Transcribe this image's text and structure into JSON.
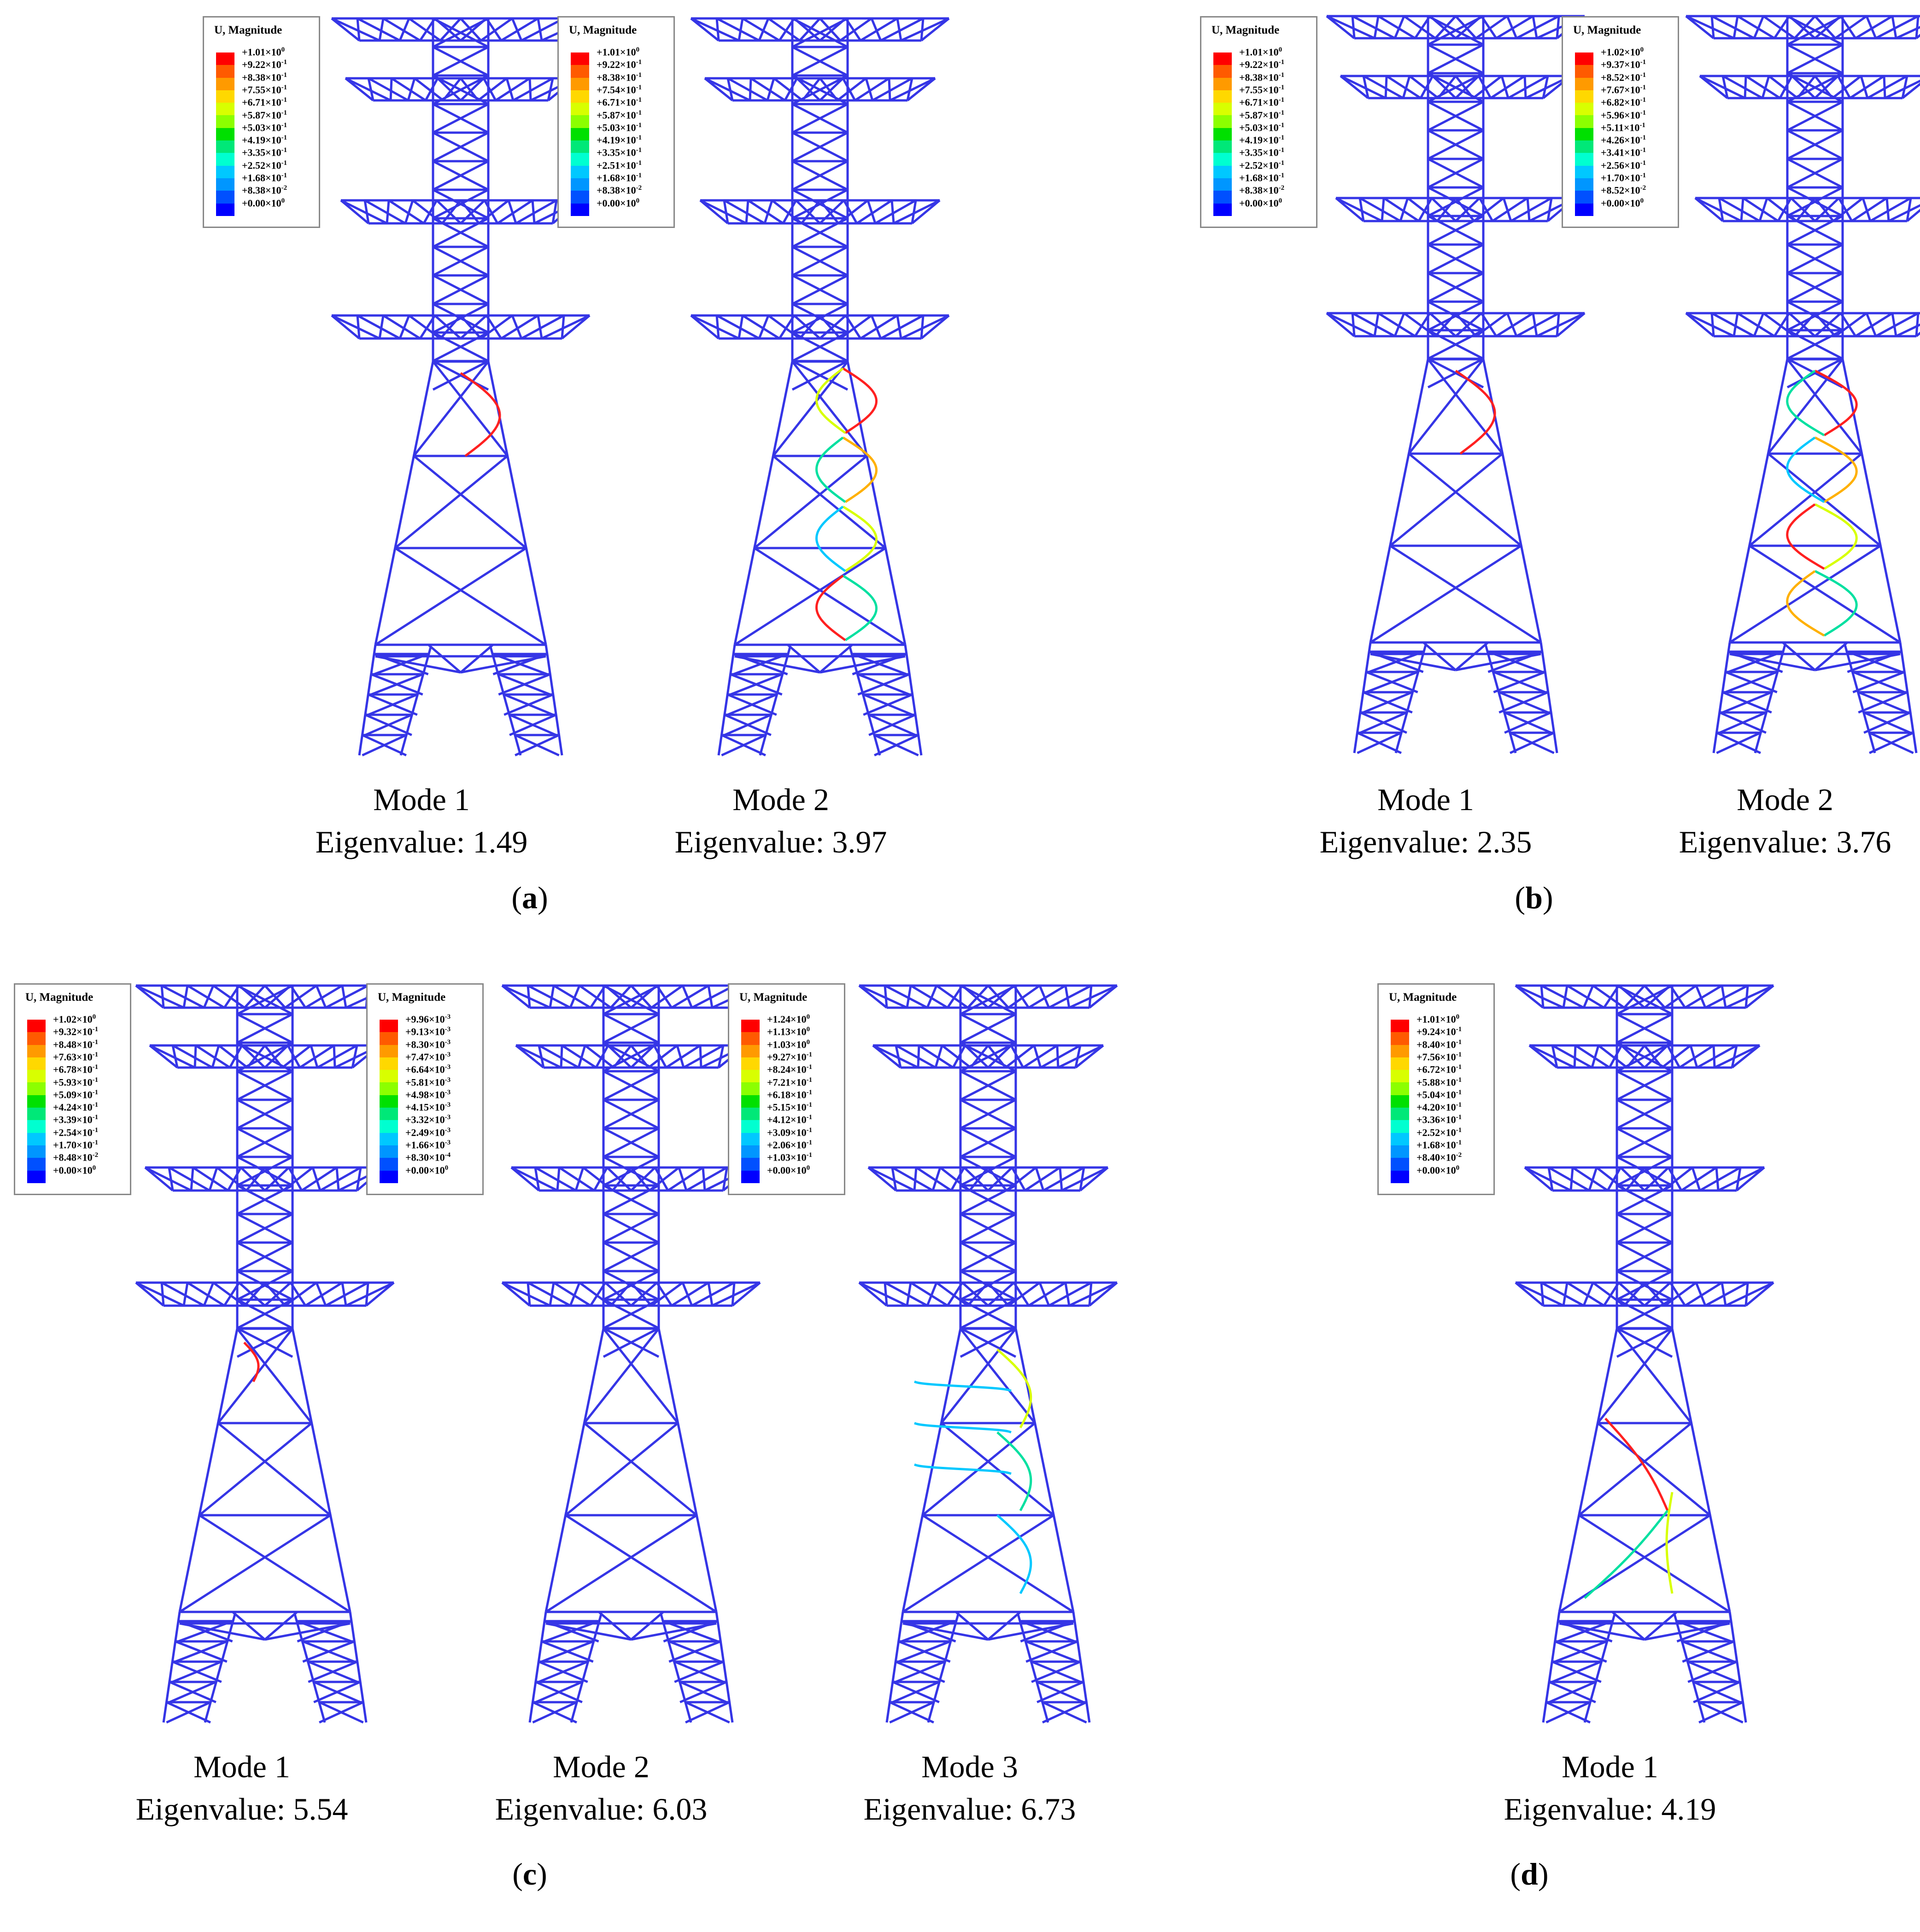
{
  "legend_title": "U, Magnitude",
  "colors": [
    "#ff0000",
    "#ff5a00",
    "#ff9a00",
    "#ffd800",
    "#d8ff00",
    "#8cff00",
    "#00e000",
    "#00e878",
    "#00ffd0",
    "#00c8ff",
    "#0096ff",
    "#0050ff",
    "#0000ff"
  ],
  "figures": [
    {
      "panel": "a",
      "mode_label": "Mode 1",
      "eig_label": "Eigenvalue: 1.49",
      "deform": "a1",
      "legend": [
        "+1.01×10^0",
        "+9.22×10^-1",
        "+8.38×10^-1",
        "+7.55×10^-1",
        "+6.71×10^-1",
        "+5.87×10^-1",
        "+5.03×10^-1",
        "+4.19×10^-1",
        "+3.35×10^-1",
        "+2.52×10^-1",
        "+1.68×10^-1",
        "+8.38×10^-2",
        "+0.00×10^0"
      ]
    },
    {
      "panel": "a",
      "mode_label": "Mode 2",
      "eig_label": "Eigenvalue: 3.97",
      "deform": "a2",
      "legend": [
        "+1.01×10^0",
        "+9.22×10^-1",
        "+8.38×10^-1",
        "+7.54×10^-1",
        "+6.71×10^-1",
        "+5.87×10^-1",
        "+5.03×10^-1",
        "+4.19×10^-1",
        "+3.35×10^-1",
        "+2.51×10^-1",
        "+1.68×10^-1",
        "+8.38×10^-2",
        "+0.00×10^0"
      ]
    },
    {
      "panel": "b",
      "mode_label": "Mode 1",
      "eig_label": "Eigenvalue: 2.35",
      "deform": "b1",
      "legend": [
        "+1.01×10^0",
        "+9.22×10^-1",
        "+8.38×10^-1",
        "+7.55×10^-1",
        "+6.71×10^-1",
        "+5.87×10^-1",
        "+5.03×10^-1",
        "+4.19×10^-1",
        "+3.35×10^-1",
        "+2.52×10^-1",
        "+1.68×10^-1",
        "+8.38×10^-2",
        "+0.00×10^0"
      ]
    },
    {
      "panel": "b",
      "mode_label": "Mode 2",
      "eig_label": "Eigenvalue: 3.76",
      "deform": "b2",
      "legend": [
        "+1.02×10^0",
        "+9.37×10^-1",
        "+8.52×10^-1",
        "+7.67×10^-1",
        "+6.82×10^-1",
        "+5.96×10^-1",
        "+5.11×10^-1",
        "+4.26×10^-1",
        "+3.41×10^-1",
        "+2.56×10^-1",
        "+1.70×10^-1",
        "+8.52×10^-2",
        "+0.00×10^0"
      ]
    },
    {
      "panel": "c",
      "mode_label": "Mode 1",
      "eig_label": "Eigenvalue: 5.54",
      "deform": "c1",
      "legend": [
        "+1.02×10^0",
        "+9.32×10^-1",
        "+8.48×10^-1",
        "+7.63×10^-1",
        "+6.78×10^-1",
        "+5.93×10^-1",
        "+5.09×10^-1",
        "+4.24×10^-1",
        "+3.39×10^-1",
        "+2.54×10^-1",
        "+1.70×10^-1",
        "+8.48×10^-2",
        "+0.00×10^0"
      ]
    },
    {
      "panel": "c",
      "mode_label": "Mode 2",
      "eig_label": "Eigenvalue: 6.03",
      "deform": "c2",
      "legend": [
        "+9.96×10^-3",
        "+9.13×10^-3",
        "+8.30×10^-3",
        "+7.47×10^-3",
        "+6.64×10^-3",
        "+5.81×10^-3",
        "+4.98×10^-3",
        "+4.15×10^-3",
        "+3.32×10^-3",
        "+2.49×10^-3",
        "+1.66×10^-3",
        "+8.30×10^-4",
        "+0.00×10^0"
      ]
    },
    {
      "panel": "c",
      "mode_label": "Mode 3",
      "eig_label": "Eigenvalue: 6.73",
      "deform": "c3",
      "legend": [
        "+1.24×10^0",
        "+1.13×10^0",
        "+1.03×10^0",
        "+9.27×10^-1",
        "+8.24×10^-1",
        "+7.21×10^-1",
        "+6.18×10^-1",
        "+5.15×10^-1",
        "+4.12×10^-1",
        "+3.09×10^-1",
        "+2.06×10^-1",
        "+1.03×10^-1",
        "+0.00×10^0"
      ]
    },
    {
      "panel": "d",
      "mode_label": "Mode 1",
      "eig_label": "Eigenvalue: 4.19",
      "deform": "d1",
      "legend": [
        "+1.01×10^0",
        "+9.24×10^-1",
        "+8.40×10^-1",
        "+7.56×10^-1",
        "+6.72×10^-1",
        "+5.88×10^-1",
        "+5.04×10^-1",
        "+4.20×10^-1",
        "+3.36×10^-1",
        "+2.52×10^-1",
        "+1.68×10^-1",
        "+8.40×10^-2",
        "+0.00×10^0"
      ]
    }
  ],
  "panels": [
    {
      "id": "a",
      "label": "a"
    },
    {
      "id": "b",
      "label": "b"
    },
    {
      "id": "c",
      "label": "c"
    },
    {
      "id": "d",
      "label": "d"
    }
  ]
}
